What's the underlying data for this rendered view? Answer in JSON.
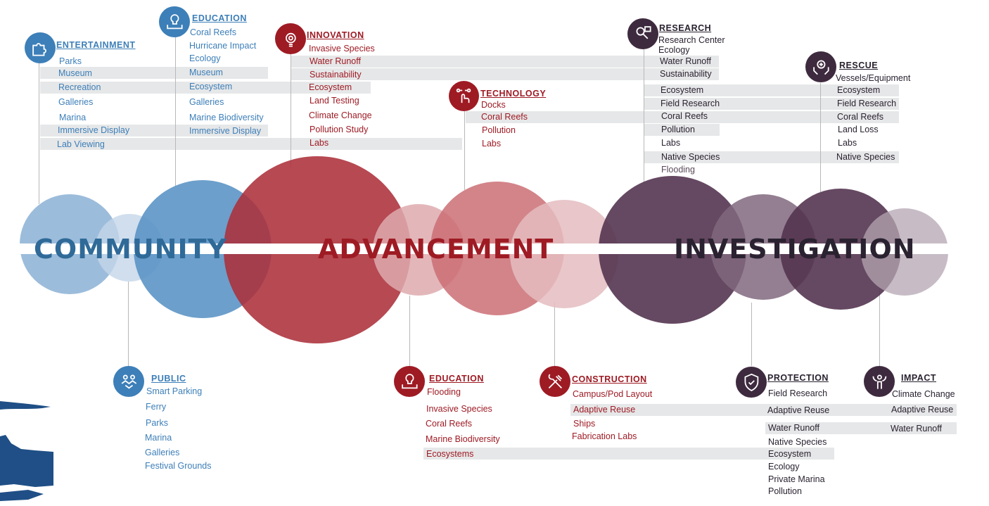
{
  "colors": {
    "community": "#3d7fb8",
    "advancement": "#9e1b24",
    "investigation": "#2a2230",
    "band": "#e6e7e8"
  },
  "titles": {
    "community": "COMMUNITY",
    "advancement": "ADVANCEMENT",
    "investigation": "INVESTIGATION"
  },
  "categories": {
    "entertainment": {
      "title": "ENTERTAINMENT",
      "icon": "puzzle-icon",
      "items": [
        "Parks",
        "Museum",
        "Recreation",
        "Galleries",
        "Marina",
        "Immersive Display",
        "Lab Viewing"
      ]
    },
    "education_top": {
      "title": "EDUCATION",
      "icon": "lightbulb-book-icon",
      "items": [
        "Coral Reefs",
        "Hurricane Impact",
        "Ecology",
        "Museum",
        "Ecosystem",
        "Galleries",
        "Marine Biodiversity",
        "Immersive Display"
      ]
    },
    "innovation": {
      "title": "INNOVATION",
      "icon": "gear-bulb-icon",
      "items": [
        "Invasive Species",
        "Water Runoff",
        "Sustainability",
        "Ecosystem",
        "Land Testing",
        "Climate Change",
        "Pollution Study",
        "Labs"
      ]
    },
    "technology": {
      "title": "TECHNOLOGY",
      "icon": "touch-circuit-icon",
      "items": [
        "Docks",
        "Coral Reefs",
        "Pollution",
        "Labs"
      ]
    },
    "research": {
      "title": "RESEARCH",
      "icon": "magnifier-chart-icon",
      "items": [
        "Research Center",
        "Ecology",
        "Water Runoff",
        "Sustainability",
        "Ecosystem",
        "Field Research",
        "Coral Reefs",
        "Pollution",
        "Labs",
        "Native Species",
        "Flooding"
      ]
    },
    "rescue": {
      "title": "RESCUE",
      "icon": "hands-cross-icon",
      "items": [
        "Vessels/Equipment",
        "Ecosystem",
        "Field Research",
        "Coral Reefs",
        "Land Loss",
        "Labs",
        "Native Species"
      ]
    },
    "public": {
      "title": "PUBLIC",
      "icon": "handshake-people-icon",
      "items": [
        "Smart Parking",
        "Ferry",
        "Parks",
        "Marina",
        "Galleries",
        "Festival Grounds"
      ]
    },
    "education_bottom": {
      "title": "EDUCATION",
      "icon": "lightbulb-book-icon",
      "items": [
        "Flooding",
        "Invasive Species",
        "Coral Reefs",
        "Marine Biodiversity",
        "Ecosystems"
      ]
    },
    "construction": {
      "title": "CONSTRUCTION",
      "icon": "wrench-hammer-icon",
      "items": [
        "Campus/Pod Layout",
        "Adaptive Reuse",
        "Ships",
        "Fabrication Labs"
      ]
    },
    "protection": {
      "title": "PROTECTION",
      "icon": "shield-check-icon",
      "items": [
        "Field Research",
        "Adaptive Reuse",
        "Water Runoff",
        "Native Species",
        "Ecosystem",
        "Ecology",
        "Private Marina",
        "Pollution"
      ]
    },
    "impact": {
      "title": "IMPACT",
      "icon": "person-leaf-icon",
      "items": [
        "Climate Change",
        "Adaptive Reuse",
        "Water Runoff"
      ]
    }
  }
}
